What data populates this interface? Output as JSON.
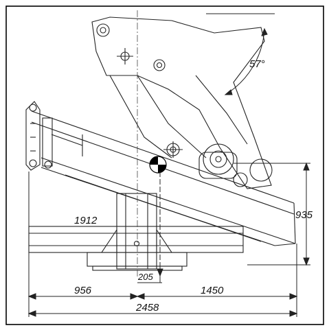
{
  "drawing": {
    "angle_label": "57°",
    "dimensions": {
      "width_outer": "1912",
      "height": "935",
      "offset_small": "205",
      "left_span": "956",
      "right_span": "1450",
      "total_span": "2458"
    }
  }
}
